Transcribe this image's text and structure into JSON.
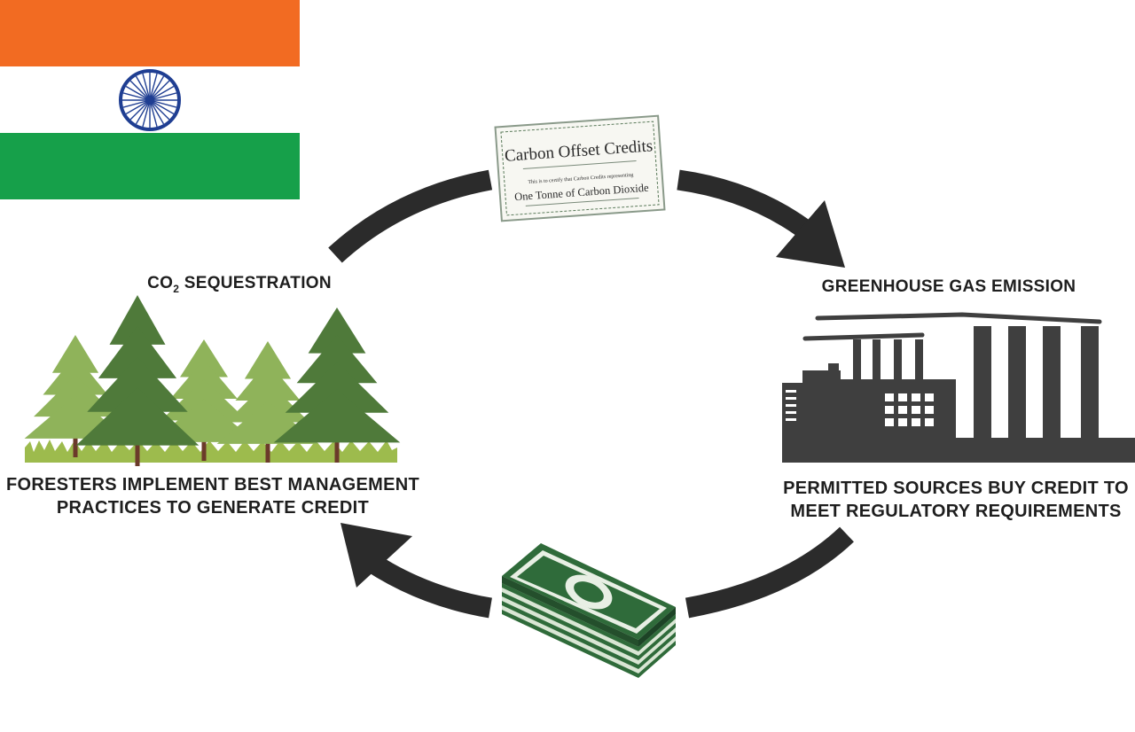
{
  "flag": {
    "colors": {
      "saffron": "#F26B22",
      "white": "#FFFFFF",
      "green": "#16A04A",
      "chakra": "#1F3E92"
    }
  },
  "certificate": {
    "title": "Carbon Offset Credits",
    "line_small": "This is to certify that Carbon Credits representing",
    "line_main": "One Tonne of Carbon Dioxide"
  },
  "labels": {
    "co2_prefix": "CO",
    "co2_sub": "2",
    "co2_suffix": " SEQUESTRATION",
    "greenhouse": "GREENHOUSE GAS EMISSION",
    "foresters_line1": "FORESTERS IMPLEMENT BEST MANAGEMENT",
    "foresters_line2": "PRACTICES TO GENERATE CREDIT",
    "permitted_line1": "PERMITTED SOURCES BUY CREDIT TO",
    "permitted_line2": "MEET REGULATORY REQUIREMENTS"
  },
  "icons": {
    "flag": "india-flag-icon",
    "certificate": "carbon-credit-certificate-icon",
    "forest": "forest-trees-icon",
    "factory": "factory-icon",
    "money": "money-stack-icon",
    "arrow_top": "cycle-arrow-right-icon",
    "arrow_bottom": "cycle-arrow-left-icon"
  },
  "colors": {
    "arrow": "#2b2b2b",
    "factory": "#3f3f3f",
    "tree_dark": "#4f7a3a",
    "tree_light": "#8fb35a",
    "grass": "#9dbb4d",
    "money": "#2f6b3a",
    "text": "#1e1e1e"
  }
}
